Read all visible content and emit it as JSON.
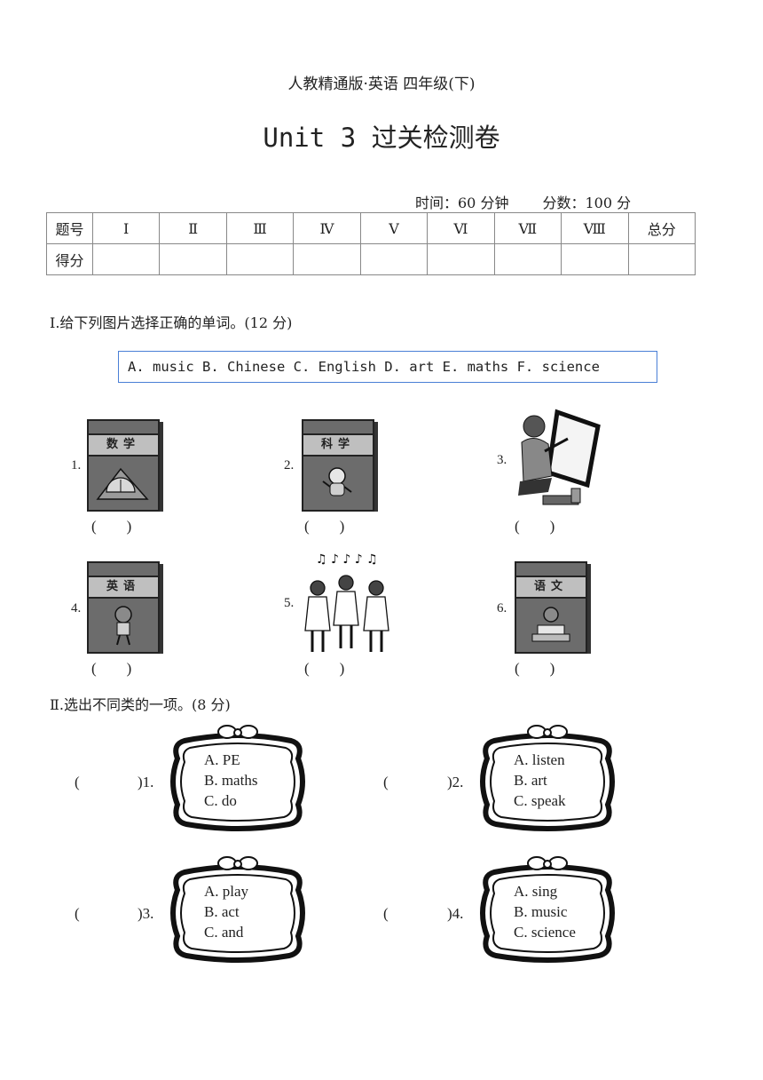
{
  "header": {
    "subtitle": "人教精通版·英语 四年级(下)",
    "title": "Unit 3 过关检测卷",
    "time": "时间：60 分钟",
    "score": "分数：100 分"
  },
  "score_table": {
    "row1": [
      "题号",
      "Ⅰ",
      "Ⅱ",
      "Ⅲ",
      "Ⅳ",
      "Ⅴ",
      "Ⅵ",
      "Ⅶ",
      "Ⅷ",
      "总分"
    ],
    "row2_label": "得分"
  },
  "section1": {
    "title": "Ⅰ.给下列图片选择正确的单词。(12 分)",
    "word_bank": "A. music B. Chinese C. English D. art E. maths F. science",
    "items": [
      {
        "num": "1.",
        "book_label": "数学",
        "paren": "(        )",
        "icon": "protractor-icon"
      },
      {
        "num": "2.",
        "book_label": "科学",
        "paren": "(        )",
        "icon": "astronaut-icon"
      },
      {
        "num": "3.",
        "book_label": "",
        "paren": "(        )",
        "icon": "painter-icon"
      },
      {
        "num": "4.",
        "book_label": "英语",
        "paren": "(        )",
        "icon": "boy-icon"
      },
      {
        "num": "5.",
        "book_label": "",
        "paren": "(        )",
        "icon": "singing-girls-icon"
      },
      {
        "num": "6.",
        "book_label": "语文",
        "paren": "(        )",
        "icon": "reading-girl-icon"
      }
    ]
  },
  "section2": {
    "title": "Ⅱ.选出不同类的一项。(8 分)",
    "items": [
      {
        "paren": "(",
        "num": ")1.",
        "options": [
          "A. PE",
          "B. maths",
          "C. do"
        ]
      },
      {
        "paren": "(",
        "num": ")2.",
        "options": [
          "A. listen",
          "B. art",
          "C. speak"
        ]
      },
      {
        "paren": "(",
        "num": ")3.",
        "options": [
          "A. play",
          "B. act",
          "C. and"
        ]
      },
      {
        "paren": "(",
        "num": ")4.",
        "options": [
          "A. sing",
          "B. music",
          "C. science"
        ]
      }
    ]
  }
}
